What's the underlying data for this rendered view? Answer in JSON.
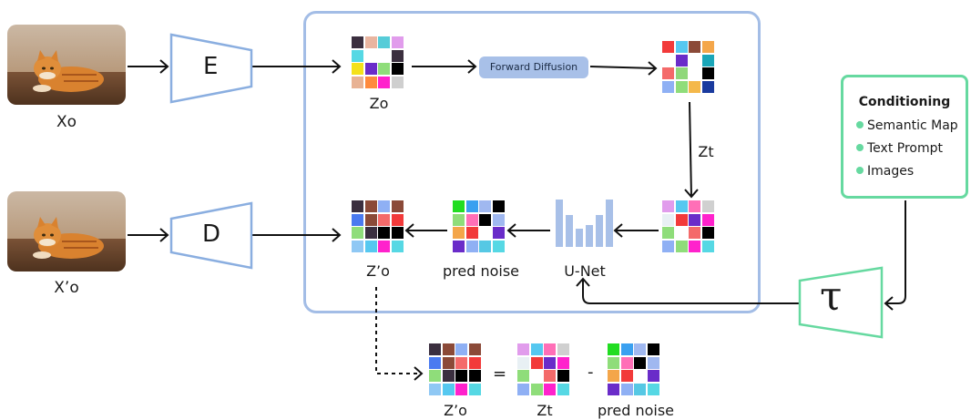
{
  "labels": {
    "xo": "Xo",
    "x_prime_o": "X’o",
    "encoder": "E",
    "decoder": "D",
    "zo": "Zo",
    "forward_diffusion": "Forward Diffusion",
    "zt": "Zt",
    "z_prime_o": "Z’o",
    "pred_noise": "pred noise",
    "unet": "U-Net",
    "tau": "τ"
  },
  "conditioning": {
    "title": "Conditioning",
    "items": [
      "Semantic Map",
      "Text Prompt",
      "Images"
    ]
  },
  "equation": {
    "left": "Z’o",
    "equals": "=",
    "middle": "Zt",
    "minus": "-",
    "right": "pred noise"
  },
  "colors": {
    "box_border": "#a3bde6",
    "conditioning_border": "#66d9a0",
    "encoder_decoder_border": "#8aaee0",
    "forward_diffusion_fill": "#a8c0e8",
    "unet_bars": "#a8c0e8"
  },
  "grids": {
    "zo": [
      "#3b2f3f",
      "#e9b5a0",
      "#56ccd8",
      "#e19cec",
      "#56d8e4",
      "#ffffff",
      "#ffffff",
      "#3b2f3f",
      "#f4e11b",
      "#6a2cc9",
      "#8fdd7a",
      "#000000",
      "#e8b294",
      "#ff8a3d",
      "#ff22cc",
      "#cfcfcf"
    ],
    "zt": [
      "#f23a3a",
      "#56c8f0",
      "#8b4a38",
      "#f4a64a",
      "#ffffff",
      "#6a2cc9",
      "#ffffff",
      "#1aa6b8",
      "#f46a6a",
      "#8fd87a",
      "#ffffff",
      "#000000",
      "#8fb0f4",
      "#8fdd7a",
      "#f4b84a",
      "#1a3a9e"
    ],
    "zt2": [
      "#e19cec",
      "#56c8f0",
      "#ff6fb7",
      "#d0d0d0",
      "#e8f0f4",
      "#f23a3a",
      "#6a2cc9",
      "#ff22cc",
      "#8fdd7a",
      "#ffffff",
      "#f46a6a",
      "#000000",
      "#8fb0f4",
      "#8fdd7a",
      "#ff22cc",
      "#56d8e4"
    ],
    "noise": [
      "#22dd22",
      "#3aa0f0",
      "#a0b8f0",
      "#000000",
      "#8fdd7a",
      "#ff6fb7",
      "#000000",
      "#a0b8f0",
      "#f4a64a",
      "#f23a3a",
      "#ffffff",
      "#6a2cc9",
      "#6a2cc9",
      "#8fb0f4",
      "#56c8e4",
      "#56d8e4"
    ],
    "zprime": [
      "#3b2f3f",
      "#8b4a38",
      "#8fb0f4",
      "#8b4a38",
      "#4a7af0",
      "#8b4a38",
      "#f46a6a",
      "#f23a3a",
      "#8fdd7a",
      "#3b2f3f",
      "#000000",
      "#000000",
      "#8fc8f4",
      "#56c8f0",
      "#ff22cc",
      "#56d8e4"
    ]
  }
}
